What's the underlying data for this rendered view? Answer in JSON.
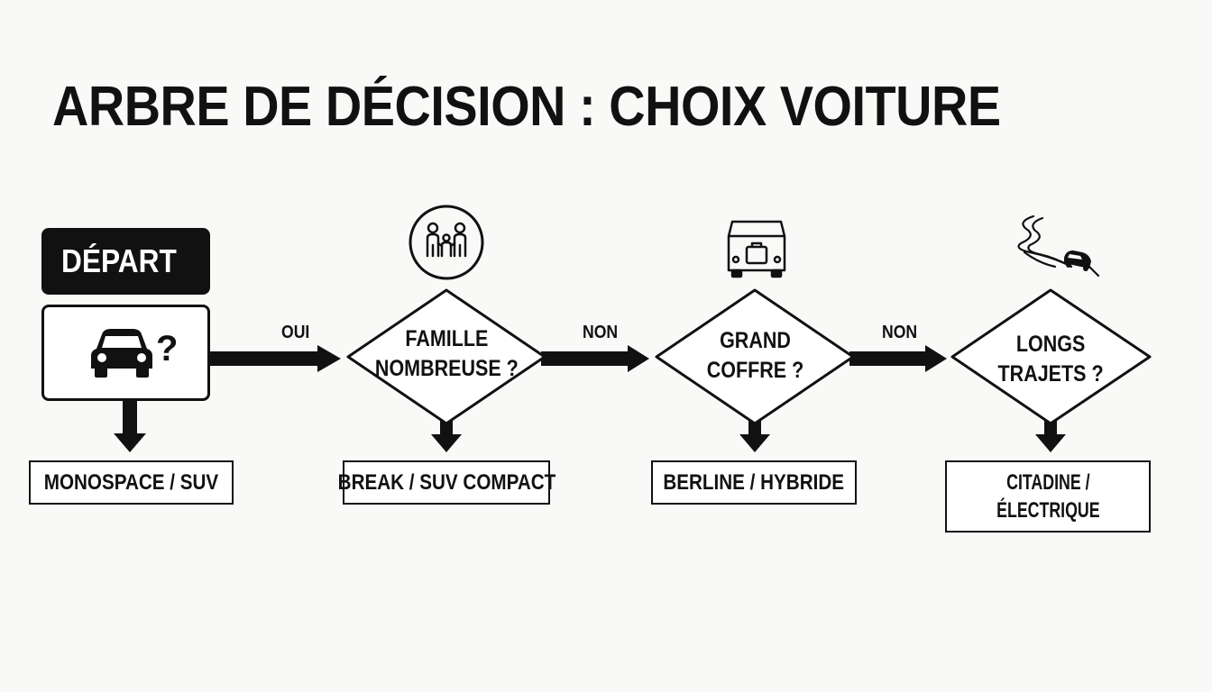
{
  "title": "ARBRE DE DÉCISION : CHOIX VOITURE",
  "start": {
    "label": "DÉPART",
    "question_mark": "?"
  },
  "edges": {
    "first": "OUI",
    "second": "NON",
    "third": "NON"
  },
  "decisions": [
    {
      "line1": "FAMILLE",
      "line2": "NOMBREUSE ?",
      "icon": "family-icon"
    },
    {
      "line1": "GRAND",
      "line2": "COFFRE ?",
      "icon": "car-trunk-icon"
    },
    {
      "line1": "LONGS",
      "line2": "TRAJETS ?",
      "icon": "winding-road-icon"
    }
  ],
  "results": [
    {
      "line1": "MONOSPACE / SUV"
    },
    {
      "line1": "BREAK / SUV COMPACT"
    },
    {
      "line1": "BERLINE / HYBRIDE"
    },
    {
      "line1": "CITADINE /",
      "line2": "ÉLECTRIQUE"
    }
  ]
}
